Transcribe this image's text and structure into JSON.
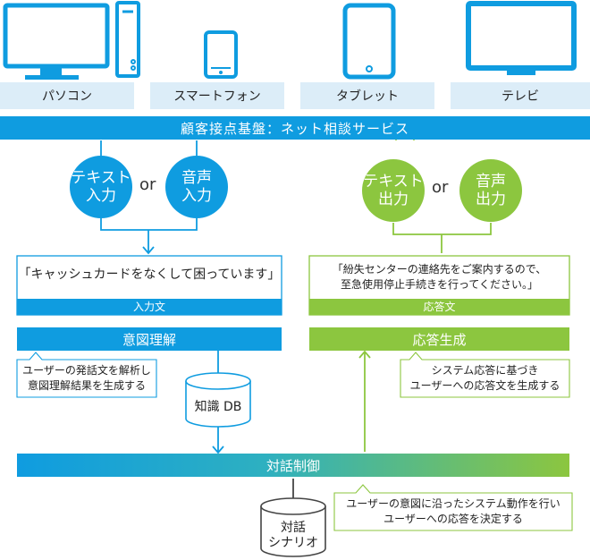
{
  "devices": [
    {
      "icon": "desktop-pc-icon",
      "label": "パソコン"
    },
    {
      "icon": "smartphone-icon",
      "label": "スマートフォン"
    },
    {
      "icon": "tablet-icon",
      "label": "タブレット"
    },
    {
      "icon": "television-icon",
      "label": "テレビ"
    }
  ],
  "platform_bar": {
    "label": "顧客接点基盤：ネット相談サービス"
  },
  "input": {
    "text_circle": [
      "テキスト",
      "入力"
    ],
    "or": "or",
    "voice_circle": [
      "音声",
      "入力"
    ],
    "sample_text": "「キャッシュカードをなくして困っています」",
    "sample_label": "入力文",
    "process_label": "意図理解",
    "process_note": [
      "ユーザーの発話文を解析し",
      "意図理解結果を生成する"
    ],
    "db_label": "知識 DB"
  },
  "output": {
    "text_circle": [
      "テキスト",
      "出力"
    ],
    "or": "or",
    "voice_circle": [
      "音声",
      "出力"
    ],
    "sample_text": [
      "「紛失センターの連絡先をご案内するので、",
      "至急使用停止手続きを行ってください。」"
    ],
    "sample_label": "応答文",
    "process_label": "応答生成",
    "process_note": [
      "システム応答に基づき",
      "ユーザーへの応答文を生成する"
    ]
  },
  "dialog": {
    "bar_label": "対話制御",
    "scenario_db": [
      "対話",
      "シナリオ"
    ],
    "note": [
      "ユーザーの意図に沿ったシステム動作を行い",
      "ユーザーへの応答を決定する"
    ]
  },
  "colors": {
    "blue": "#0f9ce0",
    "blue_light": "#dcedf8",
    "green": "#8cc63f",
    "dark": "#444444"
  }
}
